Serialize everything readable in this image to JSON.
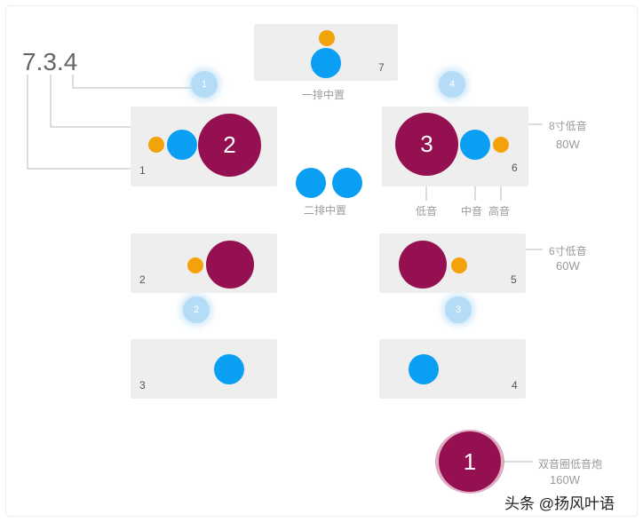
{
  "diagram": {
    "config_label": "7.3.4",
    "speakers": {
      "s1": "1",
      "s2": "2",
      "s3": "3",
      "s4": "4",
      "s5": "5",
      "s6": "6",
      "s7": "7"
    },
    "badges": {
      "b1": "1",
      "b2": "2",
      "b3": "3",
      "b4": "4"
    },
    "woofers": {
      "w2": "2",
      "w3": "3",
      "sub": "1"
    },
    "labels": {
      "front_center": "一排中置",
      "second_center": "二排中置",
      "woofer": "低音",
      "mid": "中音",
      "tweeter": "高音",
      "woofer_8in": "8寸低音",
      "power_80w": "80W",
      "woofer_6in": "6寸低音",
      "power_60w": "60W",
      "dual_coil_sub": "双音圈低音炮",
      "power_160w": "160W"
    },
    "watermark": "头条 @扬风叶语",
    "colors": {
      "blue": "#0a9ff2",
      "orange": "#f4a20c",
      "crimson": "#951050",
      "badge": "#b5dcf7",
      "box": "#eeeeee"
    }
  }
}
